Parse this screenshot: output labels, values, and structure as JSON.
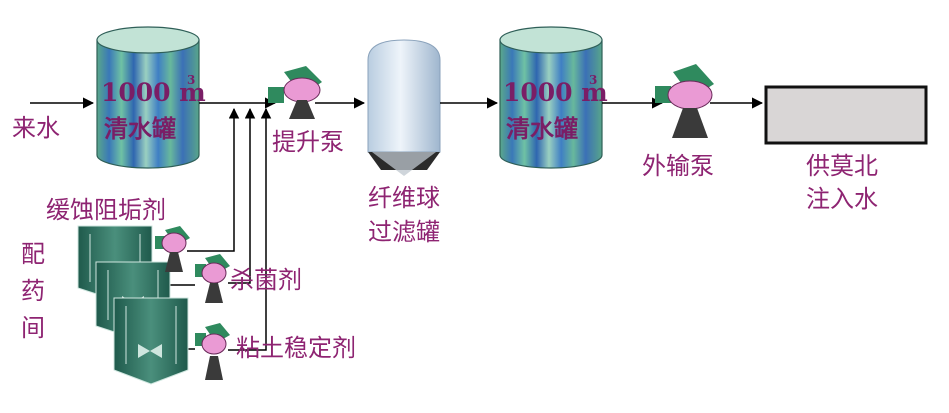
{
  "labels": {
    "inlet": "来水",
    "lift_pump": "提升泵",
    "filter_tank_line1": "纤维球",
    "filter_tank_line2": "过滤罐",
    "export_pump": "外输泵",
    "destination_line1": "供莫北",
    "destination_line2": "注入水",
    "scale_inhibitor": "缓蚀阻垢剂",
    "bactericide": "杀菌剂",
    "clay_stabilizer": "粘土稳定剂",
    "dosing_room_chars": [
      "配",
      "药",
      "间"
    ]
  },
  "tanks": [
    {
      "volume": "1000 m",
      "unit_exponent": "3",
      "name": "清水罐"
    },
    {
      "volume": "1000 m",
      "unit_exponent": "3",
      "name": "清水罐"
    }
  ],
  "colors": {
    "label_text": "#8e2472",
    "tank_text": "#7a1e66",
    "pump_body": "#ea9ad4",
    "pump_base": "#3a3a3a",
    "motor": "#2f8a5e",
    "outlet_box": "#d9d6d6",
    "dosing_tank": "#2c6e5e"
  }
}
